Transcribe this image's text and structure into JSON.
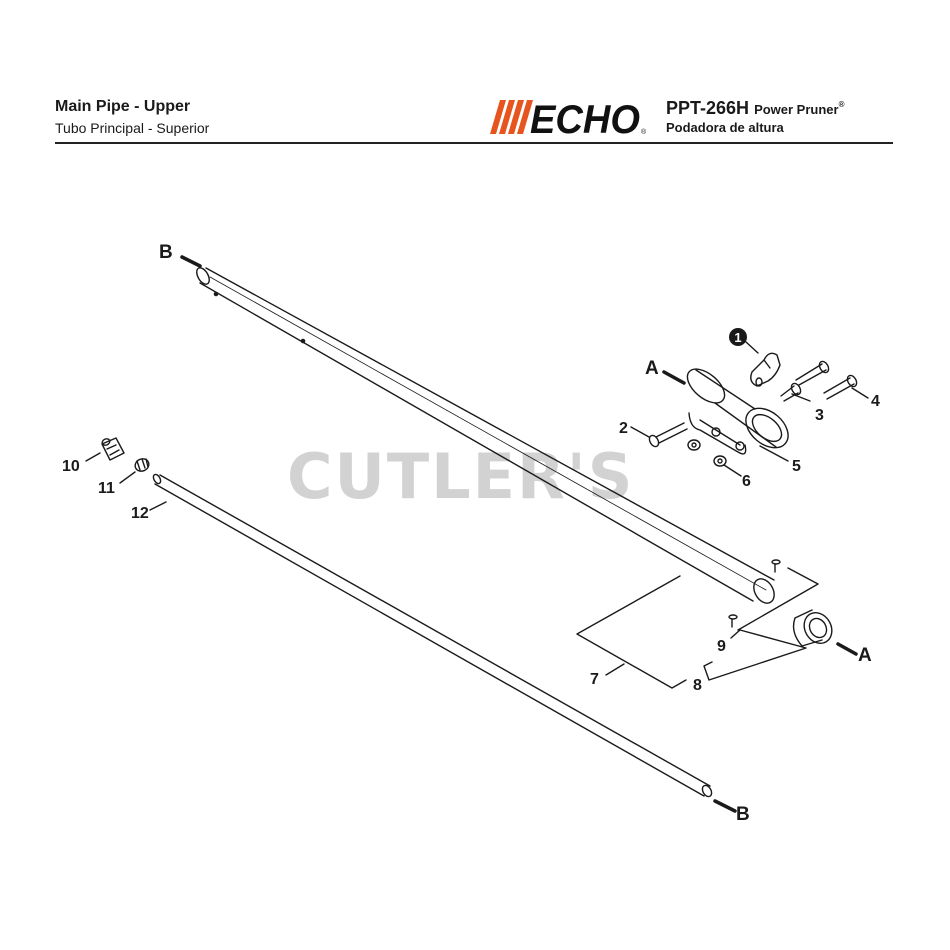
{
  "header": {
    "title_en": "Main Pipe - Upper",
    "title_es": "Tubo Principal - Superior",
    "brand": "ECHO",
    "brand_mark": "®",
    "model": "PPT-266H",
    "model_desc": "Power Pruner",
    "model_reg": "®",
    "model_desc_es": "Podadora de altura"
  },
  "watermark": "CUTLER'S",
  "labels": {
    "b_top": "B",
    "a_left": "A",
    "a_right": "A",
    "b_bottom": "B",
    "p1": "1",
    "p2": "2",
    "p3": "3",
    "p4": "4",
    "p5": "5",
    "p6": "6",
    "p7": "7",
    "p8": "8",
    "p9": "9",
    "p10": "10",
    "p11": "11",
    "p12": "12"
  },
  "colors": {
    "brand_orange": "#e8541e",
    "brand_black": "#111111",
    "line": "#1a1a1a",
    "watermark": "#d2d2d2"
  }
}
